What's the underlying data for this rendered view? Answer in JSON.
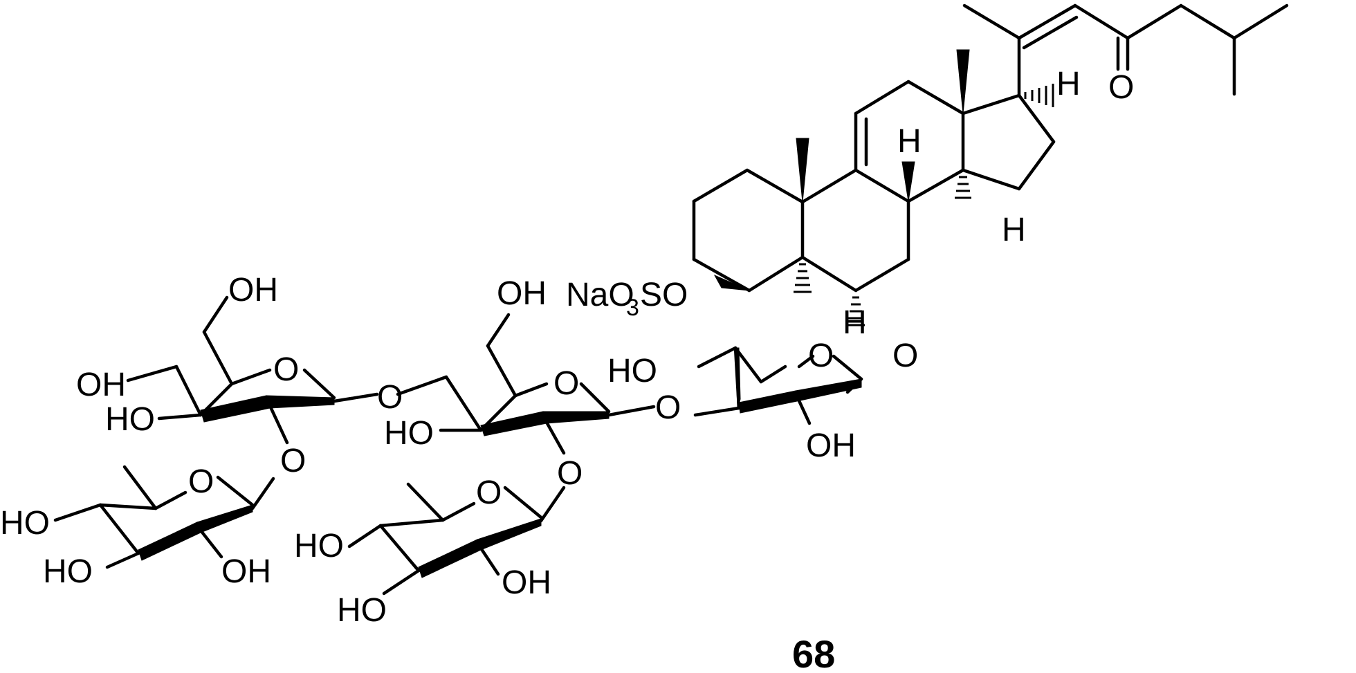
{
  "compound_number": "68",
  "atom_labels": {
    "ketone_oxygen": "O",
    "h17": "H",
    "h14_top": "H",
    "h14_bottom": "H",
    "h5": "H",
    "sulfate_na": "NaO",
    "sulfate_sub": "3",
    "sulfate_so": "SO",
    "o6_link": "O",
    "sugar1_ring_o": "O",
    "sugar1_ho_left": "HO",
    "sugar1_link_o": "O",
    "sugar1_oh": "OH",
    "glc2_ch2oh": "OH",
    "glc2_ring_o": "O",
    "glc2_ho": "HO",
    "glc2_o2": "O",
    "glc2_glyco_o": "O",
    "glc1_ch2oh": "OH",
    "glc1_ring_o": "O",
    "glc1_oh_left": "OH",
    "glc1_ho": "HO",
    "glc1_o2": "O",
    "rha1_ring_o": "O",
    "rha1_ho_top": "HO",
    "rha1_ho_bottom": "HO",
    "rha1_oh": "OH",
    "rha2_ring_o": "O",
    "rha2_ho_top": "HO",
    "rha2_ho_bottom": "HO",
    "rha2_oh": "OH"
  }
}
